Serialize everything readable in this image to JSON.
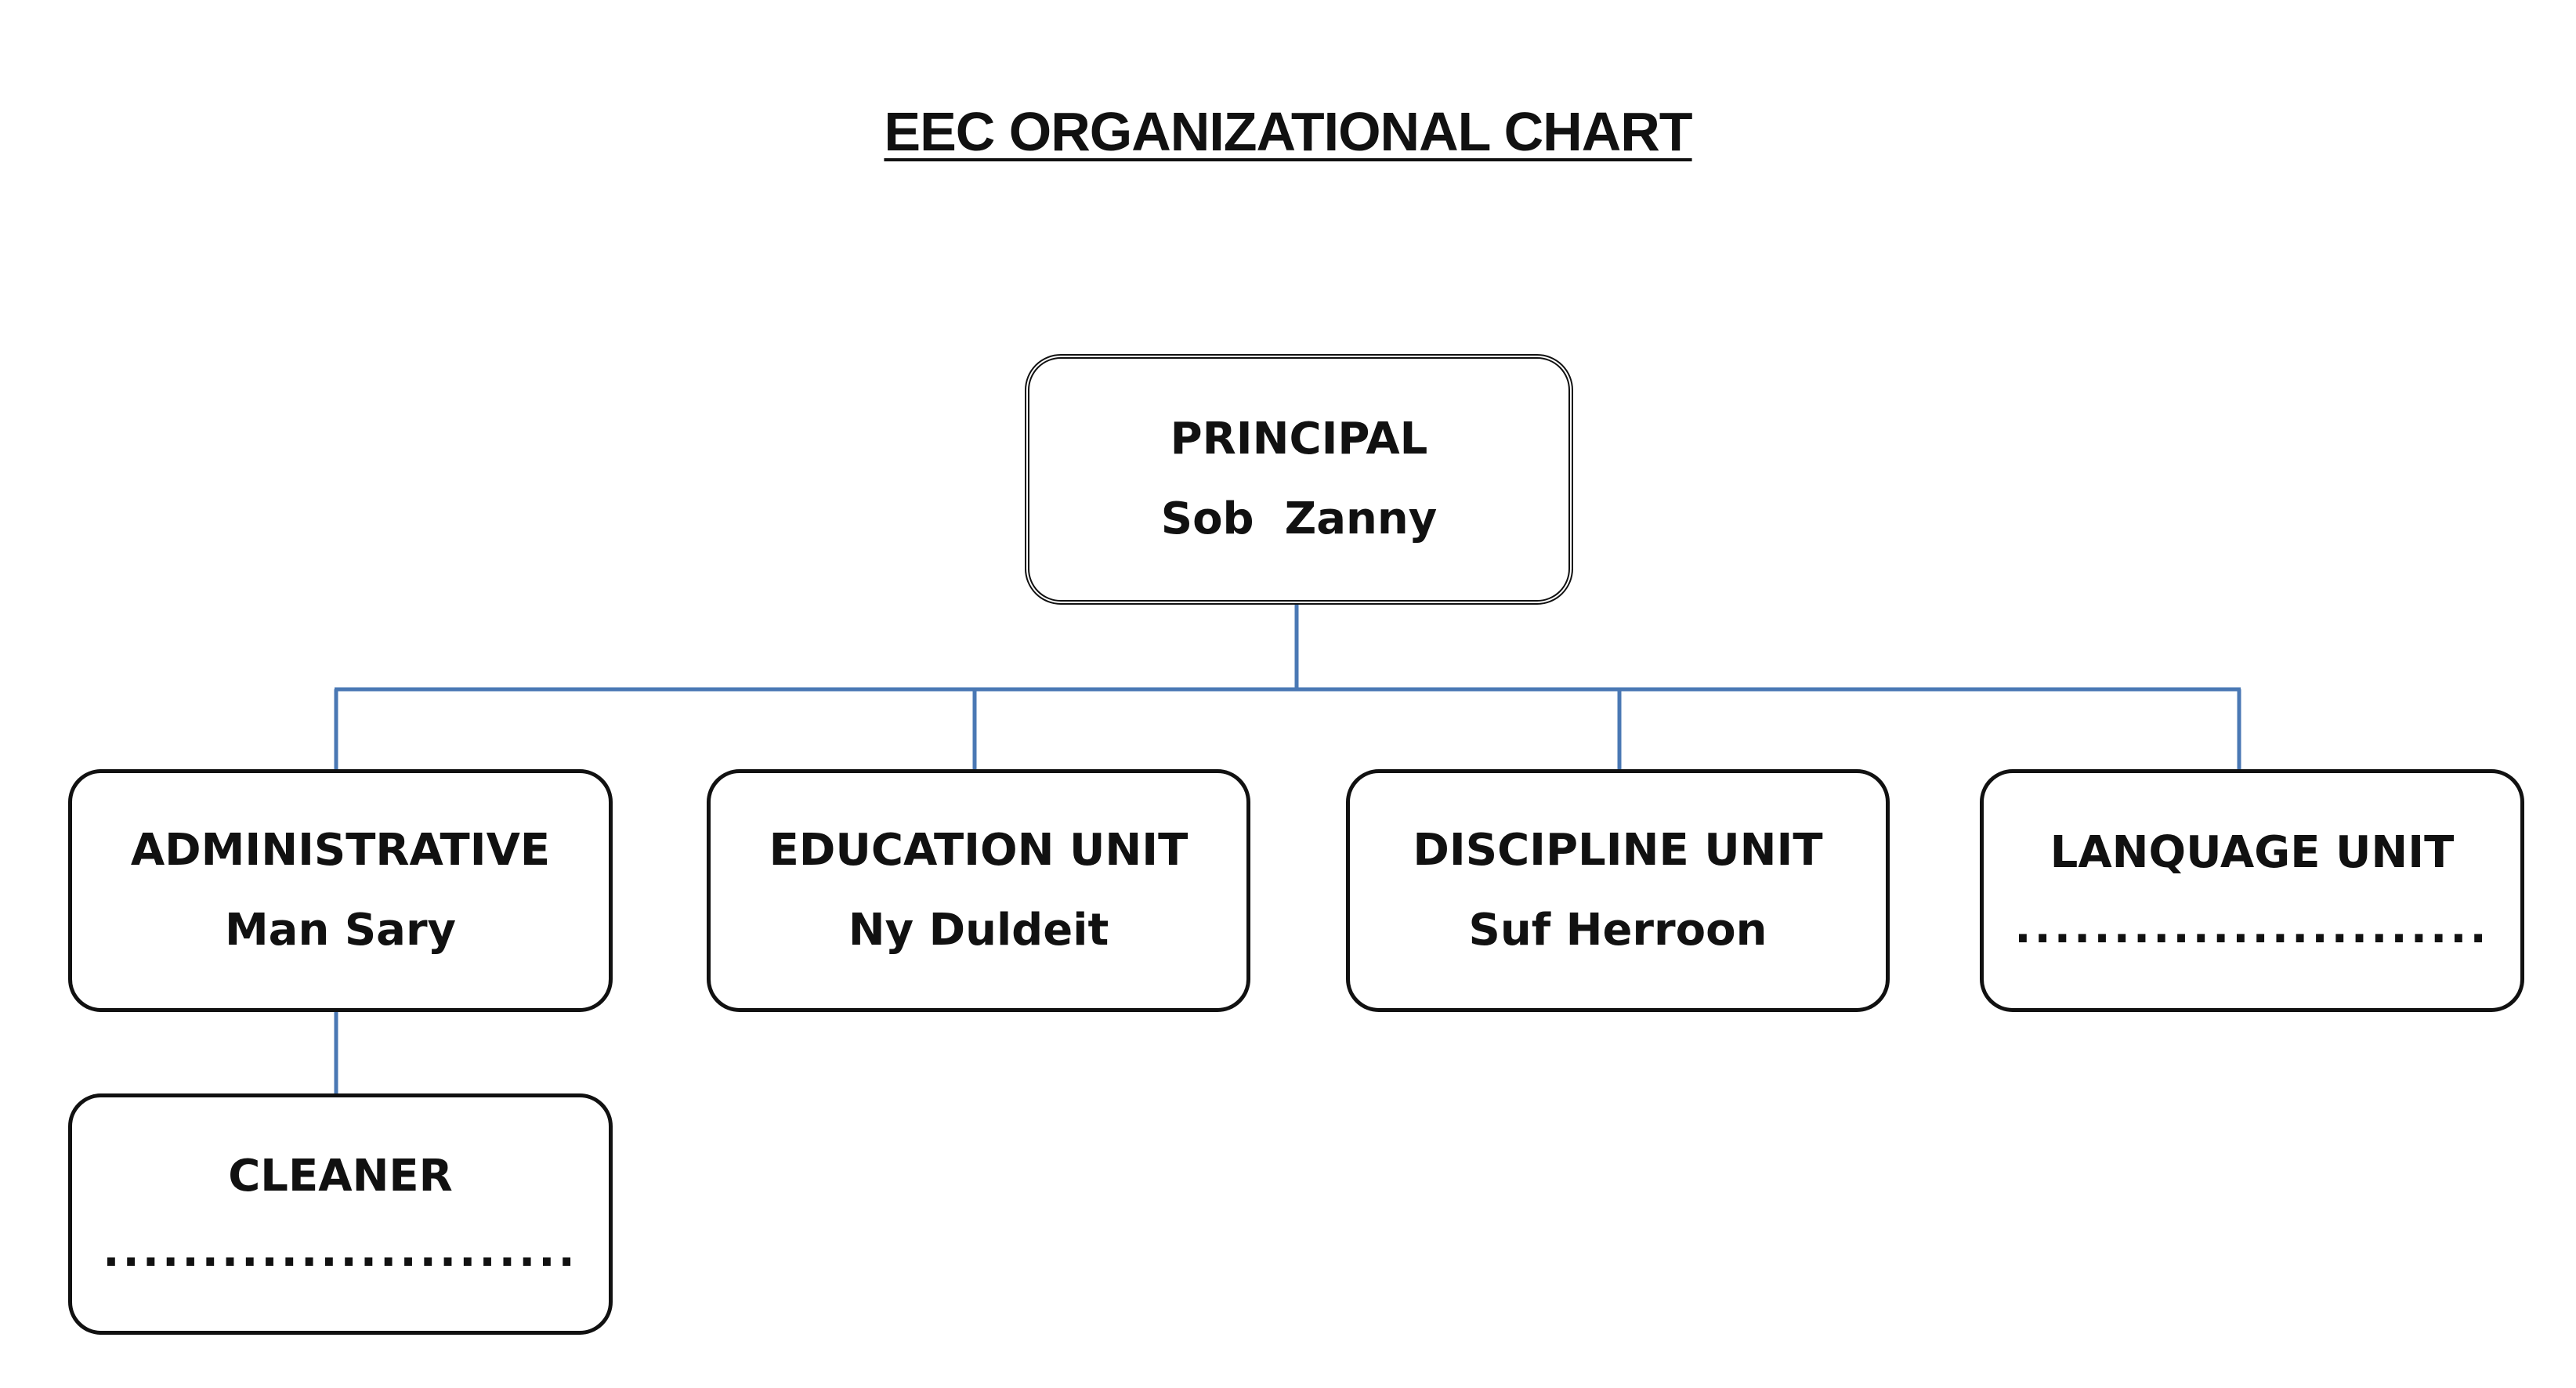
{
  "title": "EEC ORGANIZATIONAL CHART",
  "colors": {
    "connector": "#4a78b4",
    "border": "#111111",
    "text": "#111111",
    "background": "#ffffff"
  },
  "nodes": {
    "principal": {
      "role": "PRINCIPAL",
      "person": "Sob  Zanny"
    },
    "administrative": {
      "role": "ADMINISTRATIVE",
      "person": "Man Sary"
    },
    "education": {
      "role": "EDUCATION UNIT",
      "person": "Ny Duldeit"
    },
    "discipline": {
      "role": "DISCIPLINE UNIT",
      "person": "Suf Herroon"
    },
    "language": {
      "role": "LANQUAGE UNIT",
      "person": "........................"
    },
    "cleaner": {
      "role": "CLEANER",
      "person": "........................"
    }
  }
}
